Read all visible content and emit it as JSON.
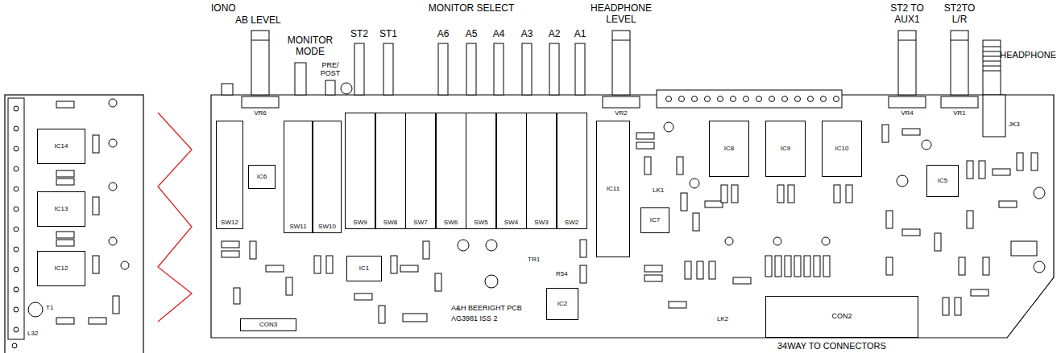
{
  "diagram": {
    "nodes": [
      {
        "text": [
          "IC14"
        ]
      },
      {
        "text": [
          "IC13"
        ]
      },
      {
        "text": [
          "IC12"
        ]
      },
      {
        "text": [
          "SW12"
        ]
      },
      {
        "text": [
          "IC6"
        ]
      },
      {
        "text": [
          "SW11"
        ]
      },
      {
        "text": [
          "SW10"
        ]
      },
      {
        "text": [
          "SW9"
        ]
      },
      {
        "text": [
          "SW8"
        ]
      },
      {
        "text": [
          "SW7"
        ]
      },
      {
        "text": [
          "SW6"
        ]
      },
      {
        "text": [
          "SW5"
        ]
      },
      {
        "text": [
          "SW4"
        ]
      },
      {
        "text": [
          "SW3"
        ]
      },
      {
        "text": [
          "SW2"
        ]
      },
      {
        "text": [
          "IC11"
        ]
      },
      {
        "text": [
          "IC8"
        ]
      },
      {
        "text": [
          "IC9"
        ]
      },
      {
        "text": [
          "IC10"
        ]
      },
      {
        "text": [
          "IC5"
        ]
      },
      {
        "text": [
          "IC7"
        ]
      },
      {
        "text": [
          "IC1"
        ]
      },
      {
        "text": [
          "IC2"
        ]
      },
      {
        "text": [
          "CON3"
        ]
      },
      {
        "text": [
          "CON2"
        ]
      }
    ],
    "labels": [
      "IONO",
      "AB LEVEL",
      "MONITOR MODE",
      "PRE/ POST",
      "MONITOR SELECT",
      "ST2",
      "ST1",
      "A6",
      "A5",
      "A4",
      "A3",
      "A2",
      "A1",
      "HEADPHONE LEVEL",
      "ST2 TO AUX1",
      "ST2TO L/R",
      "HEADPHONE",
      "VR6",
      "VR2",
      "VR4",
      "VR1",
      "JK3",
      "L32",
      "T1",
      "A&H BEERIGHT PCB",
      "AG3981 ISS 2",
      "34WAY TO CONNECTORS",
      "TR1",
      "LK1",
      "LK2",
      "R54"
    ]
  }
}
